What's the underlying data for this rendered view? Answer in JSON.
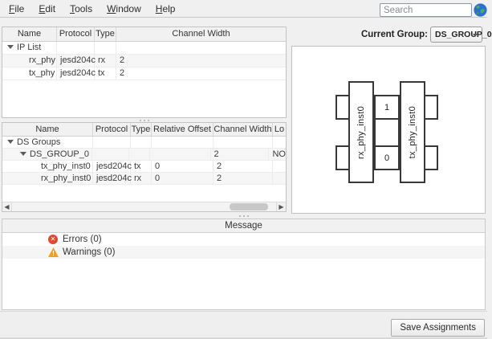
{
  "menu": {
    "items": [
      {
        "mnemonic": "F",
        "rest": "ile"
      },
      {
        "mnemonic": "E",
        "rest": "dit"
      },
      {
        "mnemonic": "T",
        "rest": "ools"
      },
      {
        "mnemonic": "W",
        "rest": "indow"
      },
      {
        "mnemonic": "H",
        "rest": "elp"
      }
    ]
  },
  "search": {
    "placeholder": "Search",
    "icon": "globe-icon"
  },
  "ip_table": {
    "columns": [
      "Name",
      "Protocol",
      "Type",
      "Channel Width"
    ],
    "rows": [
      {
        "name": "IP List",
        "protocol": "",
        "type": "",
        "channel_width": "",
        "expanded": true
      },
      {
        "name": "rx_phy",
        "protocol": "jesd204c",
        "type": "rx",
        "channel_width": "2"
      },
      {
        "name": "tx_phy",
        "protocol": "jesd204c",
        "type": "tx",
        "channel_width": "2"
      }
    ]
  },
  "group_table": {
    "columns": [
      "Name",
      "Protocol",
      "Type",
      "Relative Offset",
      "Channel Width",
      "Lo"
    ],
    "rows": [
      {
        "name": "DS Groups",
        "protocol": "",
        "type": "",
        "relative_offset": "",
        "channel_width": "",
        "location": "",
        "expanded": true
      },
      {
        "name": "DS_GROUP_0",
        "protocol": "",
        "type": "",
        "relative_offset": "",
        "channel_width": "2",
        "location": "NO",
        "expanded": true
      },
      {
        "name": "tx_phy_inst0",
        "protocol": "jesd204c",
        "type": "tx",
        "relative_offset": "0",
        "channel_width": "2",
        "location": ""
      },
      {
        "name": "rx_phy_inst0",
        "protocol": "jesd204c",
        "type": "rx",
        "relative_offset": "0",
        "channel_width": "2",
        "location": ""
      }
    ]
  },
  "current_group": {
    "label": "Current Group:",
    "value": "DS_GROUP_0"
  },
  "diagram": {
    "blocks": [
      {
        "label": "rx_phy_inst0"
      },
      {
        "label": "tx_phy_inst0"
      }
    ],
    "channels": [
      {
        "label": "1"
      },
      {
        "label": "0"
      }
    ],
    "stroke_color": "#383838"
  },
  "messages": {
    "header": "Message",
    "rows": [
      {
        "icon": "error-icon",
        "glyph": "✕",
        "label": "Errors (0)"
      },
      {
        "icon": "warning-icon",
        "glyph": "!",
        "label": "Warnings (0)"
      }
    ]
  },
  "footer": {
    "save_button": "Save Assignments"
  },
  "colors": {
    "error": "#e0492f",
    "warning": "#f3a01c",
    "window_bg": "#f0f0f0",
    "panel_border": "#c3c3c3",
    "globe_blue": "#2b6fd4",
    "globe_green": "#4caf50"
  }
}
